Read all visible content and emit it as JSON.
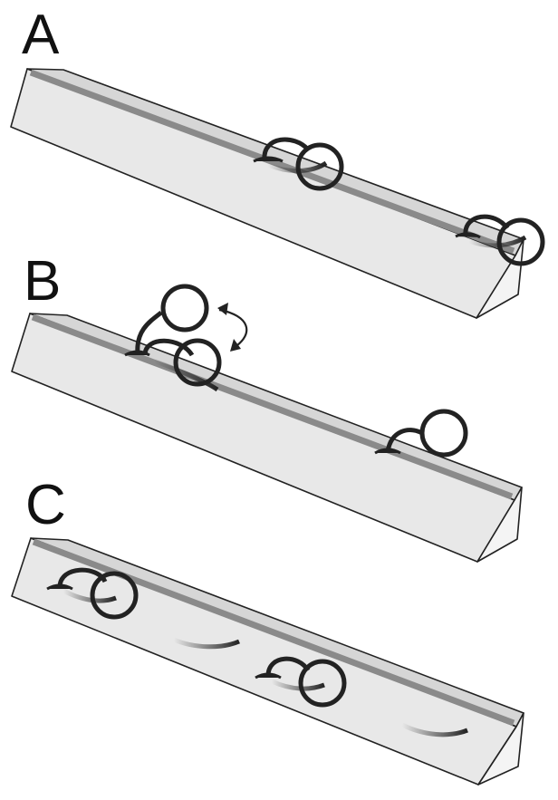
{
  "panels": [
    {
      "label": "A"
    },
    {
      "label": "B"
    },
    {
      "label": "C"
    }
  ],
  "colors": {
    "beam_face": "#e6e6e6",
    "beam_top": "#d8d8d8",
    "beam_end": "#f2f2f2",
    "groove": "#8a8a8a",
    "outline": "#222222"
  },
  "icons": [
    "motor-protein-icon",
    "swing-arrow-icon"
  ]
}
